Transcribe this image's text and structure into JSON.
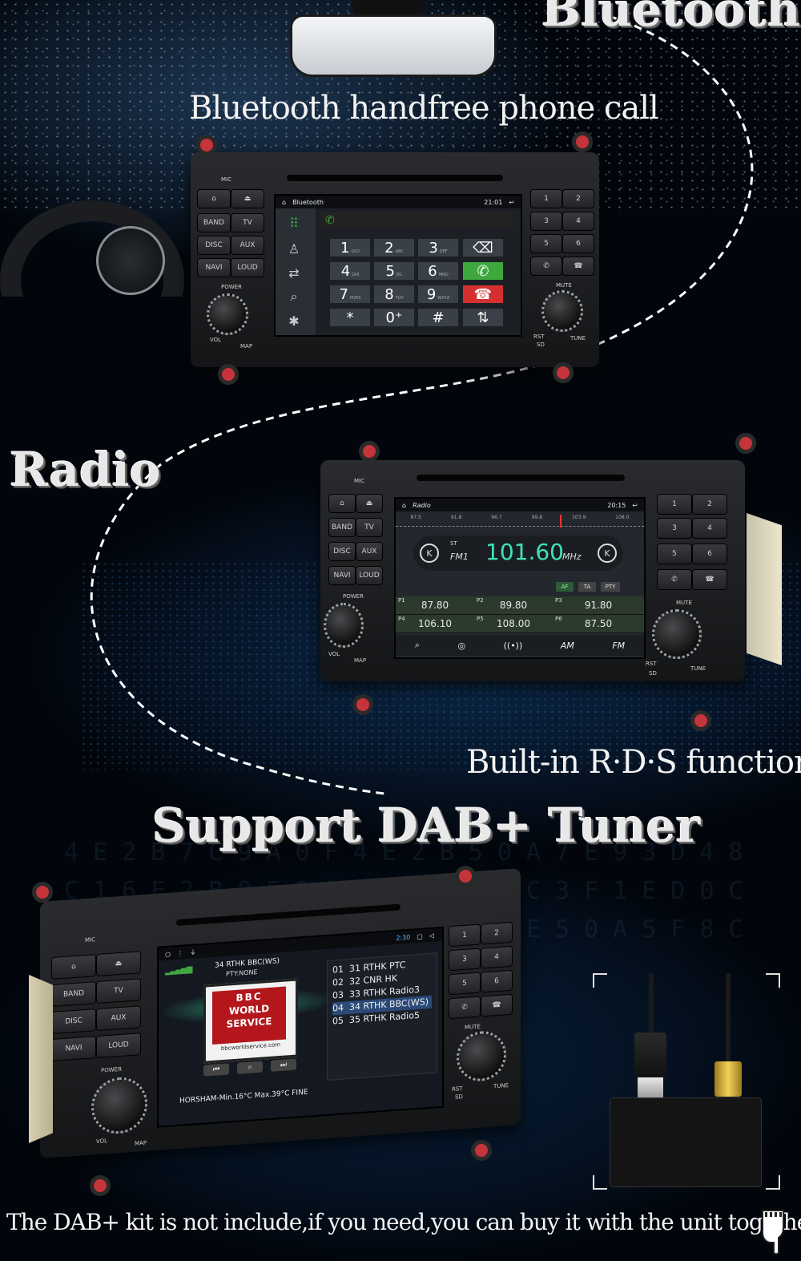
{
  "headings": {
    "bluetooth": "Bluetooth",
    "bluetooth_sub": "Bluetooth handfree phone call",
    "radio": "Radio",
    "rds": "Built-in R·D·S function",
    "dab": "Support DAB+ Tuner",
    "footer": "The DAB+ kit is not include,if you need,you can buy it with the unit together"
  },
  "unit_buttons": {
    "band": "BAND",
    "tv": "TV",
    "disc": "DISC",
    "aux": "AUX",
    "navi": "NAVI",
    "loud": "LOUD",
    "mic": "MIC",
    "power": "POWER",
    "mute": "MUTE",
    "vol": "VOL",
    "map": "MAP",
    "rst": "RST",
    "tune": "TUNE",
    "sd": "SD",
    "n1": "1",
    "n2": "2",
    "n3": "3",
    "n4": "4",
    "n5": "5",
    "n6": "6"
  },
  "phone_screen": {
    "app": "Bluetooth",
    "time": "21:01",
    "keys": [
      {
        "d": "1",
        "s": "QLO"
      },
      {
        "d": "2",
        "s": "ABC"
      },
      {
        "d": "3",
        "s": "DEF"
      },
      {
        "d": "4",
        "s": "GHI"
      },
      {
        "d": "5",
        "s": "JKL"
      },
      {
        "d": "6",
        "s": "MNO"
      },
      {
        "d": "7",
        "s": "PQRS"
      },
      {
        "d": "8",
        "s": "TUV"
      },
      {
        "d": "9",
        "s": "WXYZ"
      },
      {
        "d": "*",
        "s": ""
      },
      {
        "d": "0⁺",
        "s": ""
      },
      {
        "d": "#",
        "s": ""
      }
    ]
  },
  "radio_screen": {
    "app": "Radio",
    "time": "20:15",
    "stereo": "ST",
    "band": "FM1",
    "frequency": "101.60",
    "unit": "MHz",
    "scale": [
      "87.5",
      "91.8",
      "96.7",
      "99.8",
      "103.9",
      "108.0"
    ],
    "toggles": [
      "AF",
      "TA",
      "PTY"
    ],
    "presets": [
      {
        "p": "P1",
        "f": "87.80"
      },
      {
        "p": "P2",
        "f": "89.80"
      },
      {
        "p": "P3",
        "f": "91.80"
      },
      {
        "p": "P4",
        "f": "106.10"
      },
      {
        "p": "P5",
        "f": "108.00"
      },
      {
        "p": "P6",
        "f": "87.50"
      }
    ],
    "bottom": [
      "AM",
      "FM"
    ]
  },
  "dab_screen": {
    "time": "2:30",
    "station": "34 RTHK BBC(WS)",
    "pty": "PTY:NONE",
    "logo": [
      "BBC",
      "WORLD",
      "SERVICE"
    ],
    "logo_url": "bbcworldservice.com",
    "ticker": "HORSHAM-Min.16°C Max.39°C FINE",
    "list": [
      {
        "n": "01",
        "name": "31 RTHK PTC"
      },
      {
        "n": "02",
        "name": "32 CNR HK"
      },
      {
        "n": "03",
        "name": "33 RTHK Radio3"
      },
      {
        "n": "04",
        "name": "34 RTHK BBC(WS)"
      },
      {
        "n": "05",
        "name": "35 RTHK Radio5"
      }
    ]
  },
  "icons": [
    "phone-icon",
    "contacts-icon",
    "search-icon",
    "bluetooth-icon",
    "home-icon",
    "back-icon",
    "call-accept-icon",
    "call-reject-icon",
    "hand-pointer-icon"
  ],
  "colors": {
    "accept": "#3ea83e",
    "reject": "#d43030",
    "frequency": "#3fe3b5",
    "bracket": "#c4343a"
  }
}
